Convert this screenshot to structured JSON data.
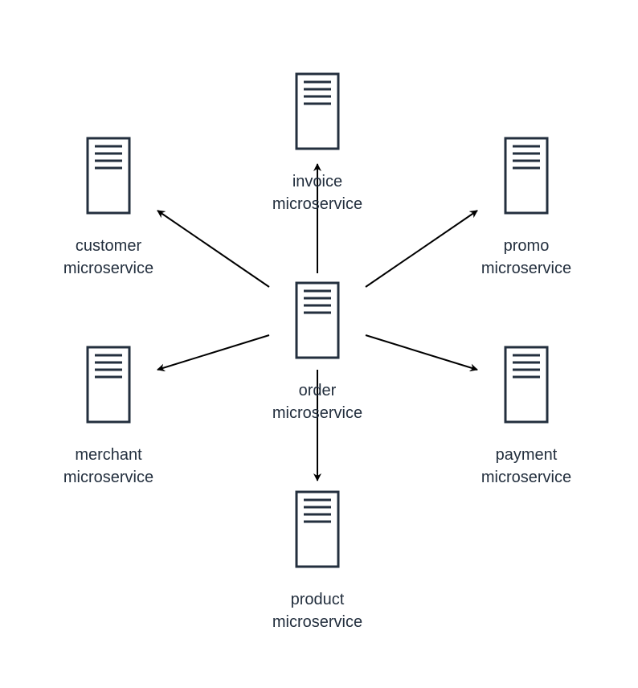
{
  "colors": {
    "stroke": "#232f3e",
    "arrow": "#000000",
    "background": "#ffffff"
  },
  "nodes": {
    "invoice": {
      "name": "invoice",
      "suffix": "microservice",
      "icon": "server-icon"
    },
    "customer": {
      "name": "customer",
      "suffix": "microservice",
      "icon": "server-icon"
    },
    "promo": {
      "name": "promo",
      "suffix": "microservice",
      "icon": "server-icon"
    },
    "order": {
      "name": "order",
      "suffix": "microservice",
      "icon": "server-icon"
    },
    "merchant": {
      "name": "merchant",
      "suffix": "microservice",
      "icon": "server-icon"
    },
    "payment": {
      "name": "payment",
      "suffix": "microservice",
      "icon": "server-icon"
    },
    "product": {
      "name": "product",
      "suffix": "microservice",
      "icon": "server-icon"
    }
  },
  "edges": [
    {
      "from": "order",
      "to": "invoice"
    },
    {
      "from": "order",
      "to": "customer"
    },
    {
      "from": "order",
      "to": "promo"
    },
    {
      "from": "order",
      "to": "merchant"
    },
    {
      "from": "order",
      "to": "payment"
    },
    {
      "from": "order",
      "to": "product"
    }
  ]
}
